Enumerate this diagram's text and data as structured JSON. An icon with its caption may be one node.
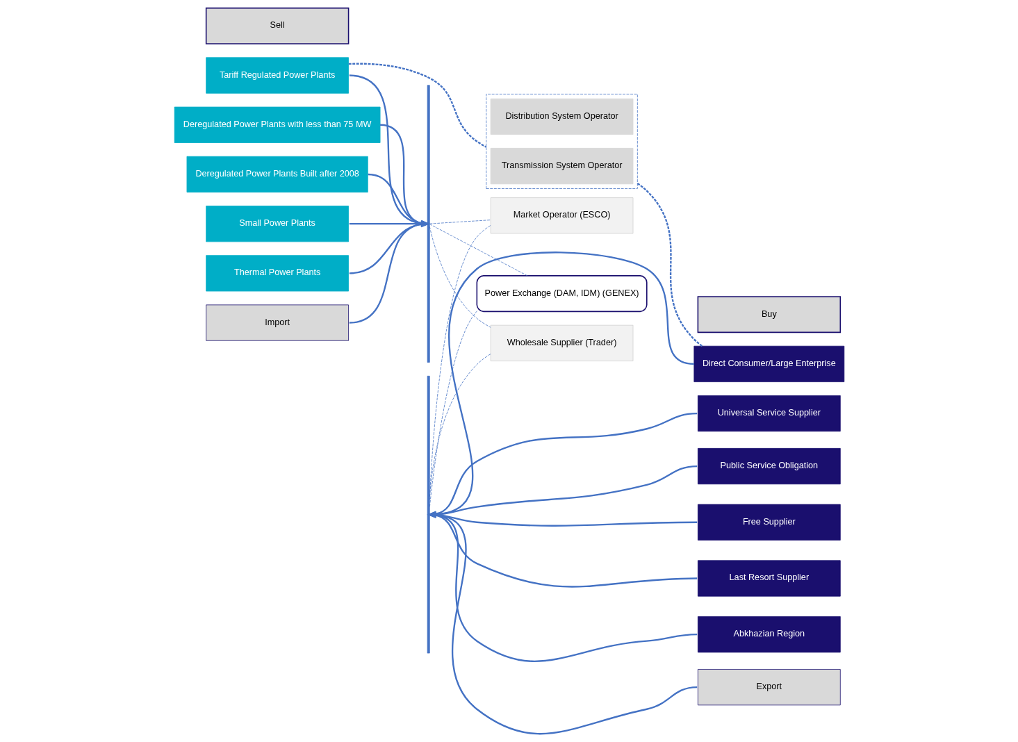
{
  "diagram": {
    "nodes": [
      {
        "text": [
          "Sell"
        ]
      },
      {
        "text": [
          "Buy"
        ]
      },
      {
        "text": [],
        "shape": "box"
      },
      {
        "text": [
          "Transmission System Operator"
        ],
        "in": 2
      },
      {
        "text": [
          "Distribution System Operator"
        ],
        "in": 2
      },
      {
        "text": [
          "Tariff Regulated Power Plants"
        ]
      },
      {
        "text": [
          "Deregulated Power Plants with less than 75 MW"
        ]
      },
      {
        "text": [
          "Deregulated Power Plants Built after 2008"
        ]
      },
      {
        "text": [
          "Small Power Plants"
        ]
      },
      {
        "text": [
          "Thermal Power Plants"
        ]
      },
      {
        "text": [
          "Import"
        ]
      },
      {
        "text": [],
        "shape": "bar"
      },
      {
        "text": [
          "Market Operator (ESCO)"
        ]
      },
      {
        "text": [
          "Power Exchange (DAM, IDM) (GENEX)"
        ]
      },
      {
        "text": [
          "Wholesale Supplier (Trader)"
        ]
      },
      {
        "text": [],
        "shape": "bar"
      },
      {
        "text": [
          "Direct Consumer/Large Enterprise"
        ]
      },
      {
        "text": [
          "Universal Service Supplier"
        ]
      },
      {
        "text": [
          "Public Service Obligation"
        ]
      },
      {
        "text": [
          "Free Supplier"
        ]
      },
      {
        "text": [
          "Last Resort Supplier"
        ]
      },
      {
        "text": [
          "Abkhazian Region"
        ]
      },
      {
        "text": [
          "Export"
        ]
      }
    ],
    "edges": [
      {
        "from": 5,
        "to": 2,
        "arrow": "none",
        "style": "dashed"
      },
      {
        "from": 2,
        "to": 16,
        "arrow": "none",
        "style": "dashed"
      },
      {
        "from": 5,
        "to": 11,
        "arrow": "to"
      },
      {
        "from": 6,
        "to": 11,
        "arrow": "to"
      },
      {
        "from": 7,
        "to": 11,
        "arrow": "to"
      },
      {
        "from": 8,
        "to": 11,
        "arrow": "to"
      },
      {
        "from": 9,
        "to": 11,
        "arrow": "to"
      },
      {
        "from": 10,
        "to": 11,
        "arrow": "to"
      },
      {
        "from": 11,
        "to": 12,
        "arrow": "none",
        "style": "dashed"
      },
      {
        "from": 11,
        "to": 13,
        "arrow": "none",
        "style": "dashed"
      },
      {
        "from": 11,
        "to": 14,
        "arrow": "none",
        "style": "dashed"
      },
      {
        "from": 12,
        "to": 15,
        "arrow": "none",
        "style": "dashed"
      },
      {
        "from": 13,
        "to": 15,
        "arrow": "none",
        "style": "dashed"
      },
      {
        "from": 14,
        "to": 15,
        "arrow": "none",
        "style": "dashed"
      },
      {
        "from": 16,
        "to": 15,
        "arrow": "to"
      },
      {
        "from": 17,
        "to": 15,
        "arrow": "to"
      },
      {
        "from": 18,
        "to": 15,
        "arrow": "to"
      },
      {
        "from": 19,
        "to": 15,
        "arrow": "to"
      },
      {
        "from": 20,
        "to": 15,
        "arrow": "to"
      },
      {
        "from": 21,
        "to": 15,
        "arrow": "to"
      },
      {
        "from": 22,
        "to": 15,
        "arrow": "to"
      }
    ]
  }
}
